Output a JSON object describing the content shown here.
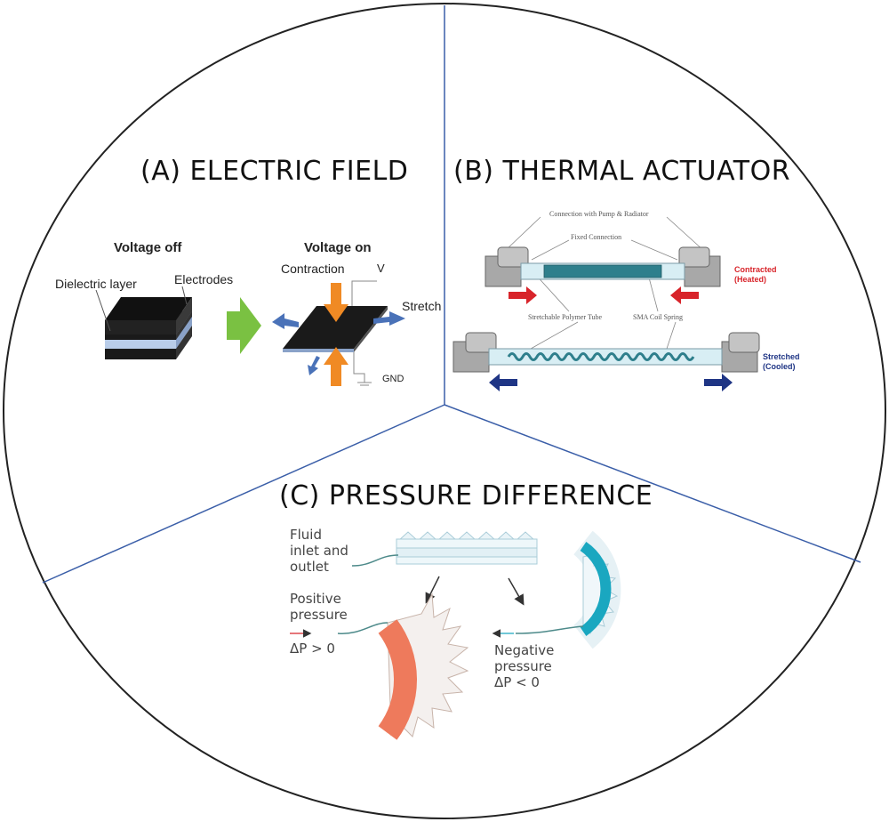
{
  "sections": {
    "a": {
      "title": "(A) ELECTRIC FIELD",
      "voltage_off": "Voltage off",
      "voltage_on": "Voltage on",
      "dielectric": "Dielectric layer",
      "electrodes": "Electrodes",
      "contraction": "Contraction",
      "v": "V",
      "stretch": "Stretch",
      "gnd": "GND"
    },
    "b": {
      "title": "(B) THERMAL ACTUATOR",
      "conn_pump": "Connection with Pump & Radiator",
      "fixed_conn": "Fixed Connection",
      "stretchable_tube": "Stretchable Polymer Tube",
      "sma_spring": "SMA Coil Spring",
      "contracted": "Contracted",
      "heated": "(Heated)",
      "stretched": "Stretched",
      "cooled": "(Cooled)"
    },
    "c": {
      "title": "(C) PRESSURE DIFFERENCE",
      "fluid1": "Fluid",
      "fluid2": "inlet and",
      "fluid3": "outlet",
      "pos1": "Positive",
      "pos2": "pressure",
      "pos_eq": "ΔP > 0",
      "neg1": "Negative",
      "neg2": "pressure",
      "neg_eq": "ΔP < 0"
    }
  },
  "colors": {
    "divider": "#3a5ea8",
    "orange_arrow": "#f08a24",
    "blue_arrow": "#4a72b8",
    "green_arrow": "#7ac142",
    "red": "#d8242a",
    "navy": "#1f3585",
    "salmon": "#ee7a5c",
    "teal": "#1aa7c0"
  }
}
